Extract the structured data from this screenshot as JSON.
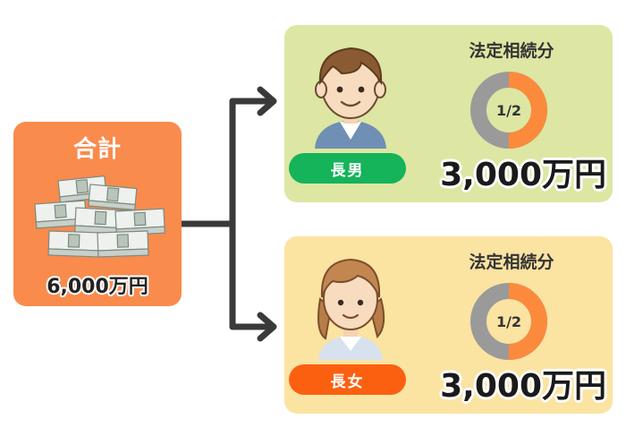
{
  "total": {
    "title": "合計",
    "amount": "6,000万円",
    "color": "#f98b4d"
  },
  "heirs": [
    {
      "role": "長男",
      "share_label": "法定相続分",
      "fraction": "1/2",
      "share_value": 0.5,
      "amount": "3,000万円",
      "badge_color": "#15b35a",
      "card_color": "#dde6a3"
    },
    {
      "role": "長女",
      "share_label": "法定相続分",
      "fraction": "1/2",
      "share_value": 0.5,
      "amount": "3,000万円",
      "badge_color": "#fb6011",
      "card_color": "#fbe3a2"
    }
  ],
  "icons": [
    "money-stack-icon",
    "son-avatar-icon",
    "daughter-avatar-icon",
    "arrow-right-icon"
  ]
}
